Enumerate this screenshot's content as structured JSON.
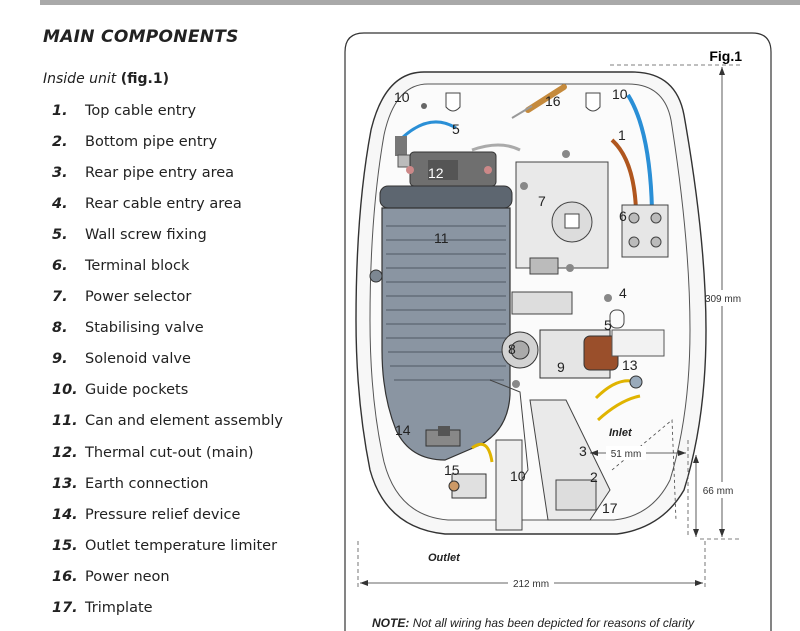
{
  "heading": "MAIN COMPONENTS",
  "subheading": {
    "italic": "Inside unit",
    "bold": "(fig.1)"
  },
  "components": [
    {
      "num": "1.",
      "label": "Top cable entry"
    },
    {
      "num": "2.",
      "label": "Bottom pipe entry"
    },
    {
      "num": "3.",
      "label": "Rear pipe entry area"
    },
    {
      "num": "4.",
      "label": "Rear cable entry area"
    },
    {
      "num": "5.",
      "label": "Wall screw fixing"
    },
    {
      "num": "6.",
      "label": "Terminal block"
    },
    {
      "num": "7.",
      "label": "Power selector"
    },
    {
      "num": "8.",
      "label": "Stabilising valve"
    },
    {
      "num": "9.",
      "label": "Solenoid valve"
    },
    {
      "num": "10.",
      "label": "Guide pockets"
    },
    {
      "num": "11.",
      "label": "Can and element assembly"
    },
    {
      "num": "12.",
      "label": "Thermal cut-out (main)"
    },
    {
      "num": "13.",
      "label": "Earth connection"
    },
    {
      "num": "14.",
      "label": "Pressure relief device"
    },
    {
      "num": "15.",
      "label": "Outlet temperature limiter"
    },
    {
      "num": "16.",
      "label": "Power neon"
    },
    {
      "num": "17.",
      "label": "Trimplate"
    }
  ],
  "figure": {
    "title": "Fig.1",
    "dim_height": "309 mm",
    "dim_width": "212 mm",
    "dim_inlet_offset": "51 mm",
    "dim_inlet_height": "66 mm",
    "inlet_label": "Inlet",
    "outlet_label": "Outlet",
    "note_bold": "NOTE:",
    "note_text": "Not all wiring has been depicted for reasons of clarity",
    "callouts": {
      "c10a": "10",
      "c16": "16",
      "c10b": "10",
      "c5a": "5",
      "c1": "1",
      "c12": "12",
      "c7": "7",
      "c6": "6",
      "c11": "11",
      "c4": "4",
      "c5b": "5",
      "c8": "8",
      "c9": "9",
      "c13": "13",
      "c14": "14",
      "c3": "3",
      "c15": "15",
      "c10c": "10",
      "c2": "2",
      "c17": "17"
    }
  }
}
